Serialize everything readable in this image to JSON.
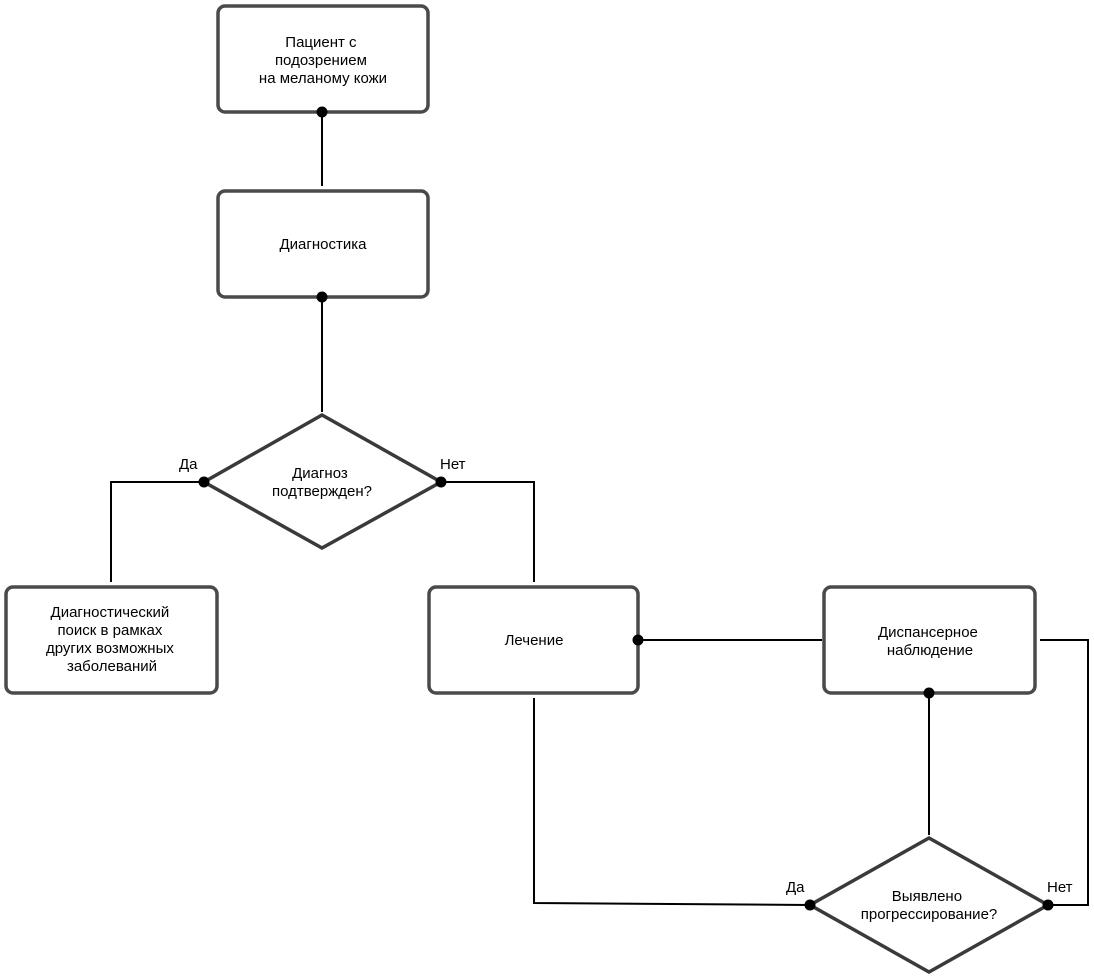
{
  "nodes": {
    "patient": {
      "lines": [
        "Пациент с",
        "подозрением",
        "на меланому кожи"
      ]
    },
    "diagnostics": {
      "lines": [
        "Диагностика"
      ]
    },
    "diagnosis_confirmed": {
      "lines": [
        "Диагноз",
        "подтвержден?"
      ]
    },
    "diagnostic_search": {
      "lines": [
        "Диагностический",
        "поиск в рамках",
        "других возможных",
        "заболеваний"
      ]
    },
    "treatment": {
      "lines": [
        "Лечение"
      ]
    },
    "followup": {
      "lines": [
        "Диспансерное",
        "наблюдение"
      ]
    },
    "progression": {
      "lines": [
        "Выявлено",
        "прогрессирование?"
      ]
    }
  },
  "edge_labels": {
    "confirmed_yes": "Да",
    "confirmed_no": "Нет",
    "progression_yes": "Да",
    "progression_no": "Нет"
  }
}
